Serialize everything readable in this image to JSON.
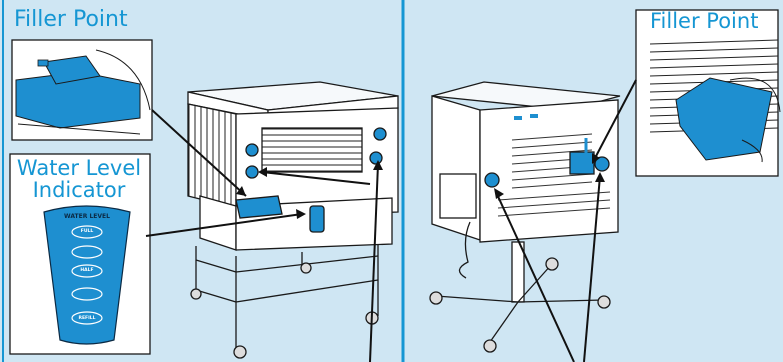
{
  "labels": {
    "filler_point_left": "Filler Point",
    "water_level_indicator_line1": "Water Level",
    "water_level_indicator_line2": "Indicator",
    "filler_point_right": "Filler Point"
  },
  "gauge": {
    "title": "WATER LEVEL",
    "full": "FULL",
    "half": "HALF",
    "refill": "REFILL"
  },
  "colors": {
    "background": "#cfe6f3",
    "divider": "#1596d3",
    "accent_blue": "#1e8fd0",
    "label_blue": "#1596d3",
    "outline": "#1a1a1a"
  }
}
